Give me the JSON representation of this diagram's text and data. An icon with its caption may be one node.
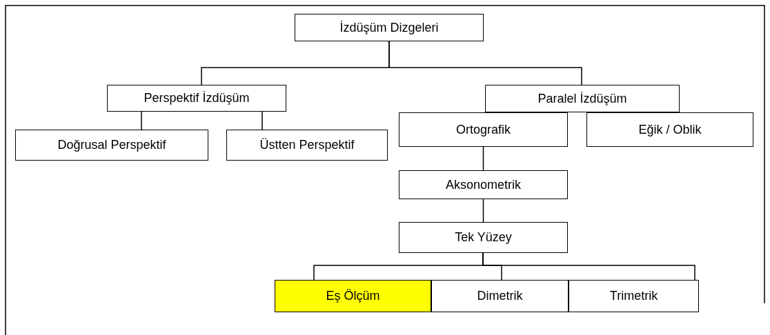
{
  "diagram": {
    "nodes": [
      {
        "text": [
          "İzdüşüm Dizgeleri"
        ]
      },
      {
        "text": [
          "Perspektif İzdüşüm"
        ]
      },
      {
        "text": [
          "Paralel İzdüşüm"
        ]
      },
      {
        "text": [
          "Doğrusal Perspektif"
        ]
      },
      {
        "text": [
          "Üstten Perspektif"
        ]
      },
      {
        "text": [
          "Ortografik"
        ]
      },
      {
        "text": [
          "Eğik / Oblik"
        ]
      },
      {
        "text": [
          "Aksonometrik"
        ]
      },
      {
        "text": [
          "Tek Yüzey"
        ]
      },
      {
        "text": [
          "Eş Ölçüm"
        ]
      },
      {
        "text": [
          "Dimetrik"
        ]
      },
      {
        "text": [
          "Trimetrik"
        ]
      }
    ],
    "edges": [
      {
        "from": 0,
        "to": 1,
        "arrow": "none"
      },
      {
        "from": 0,
        "to": 2,
        "arrow": "none"
      },
      {
        "from": 1,
        "to": 3,
        "arrow": "none"
      },
      {
        "from": 1,
        "to": 4,
        "arrow": "none"
      },
      {
        "from": 5,
        "to": 7,
        "arrow": "none"
      },
      {
        "from": 7,
        "to": 8,
        "arrow": "none"
      },
      {
        "from": 8,
        "to": 9,
        "arrow": "none"
      },
      {
        "from": 8,
        "to": 10,
        "arrow": "none"
      },
      {
        "from": 8,
        "to": 11,
        "arrow": "none"
      }
    ]
  }
}
